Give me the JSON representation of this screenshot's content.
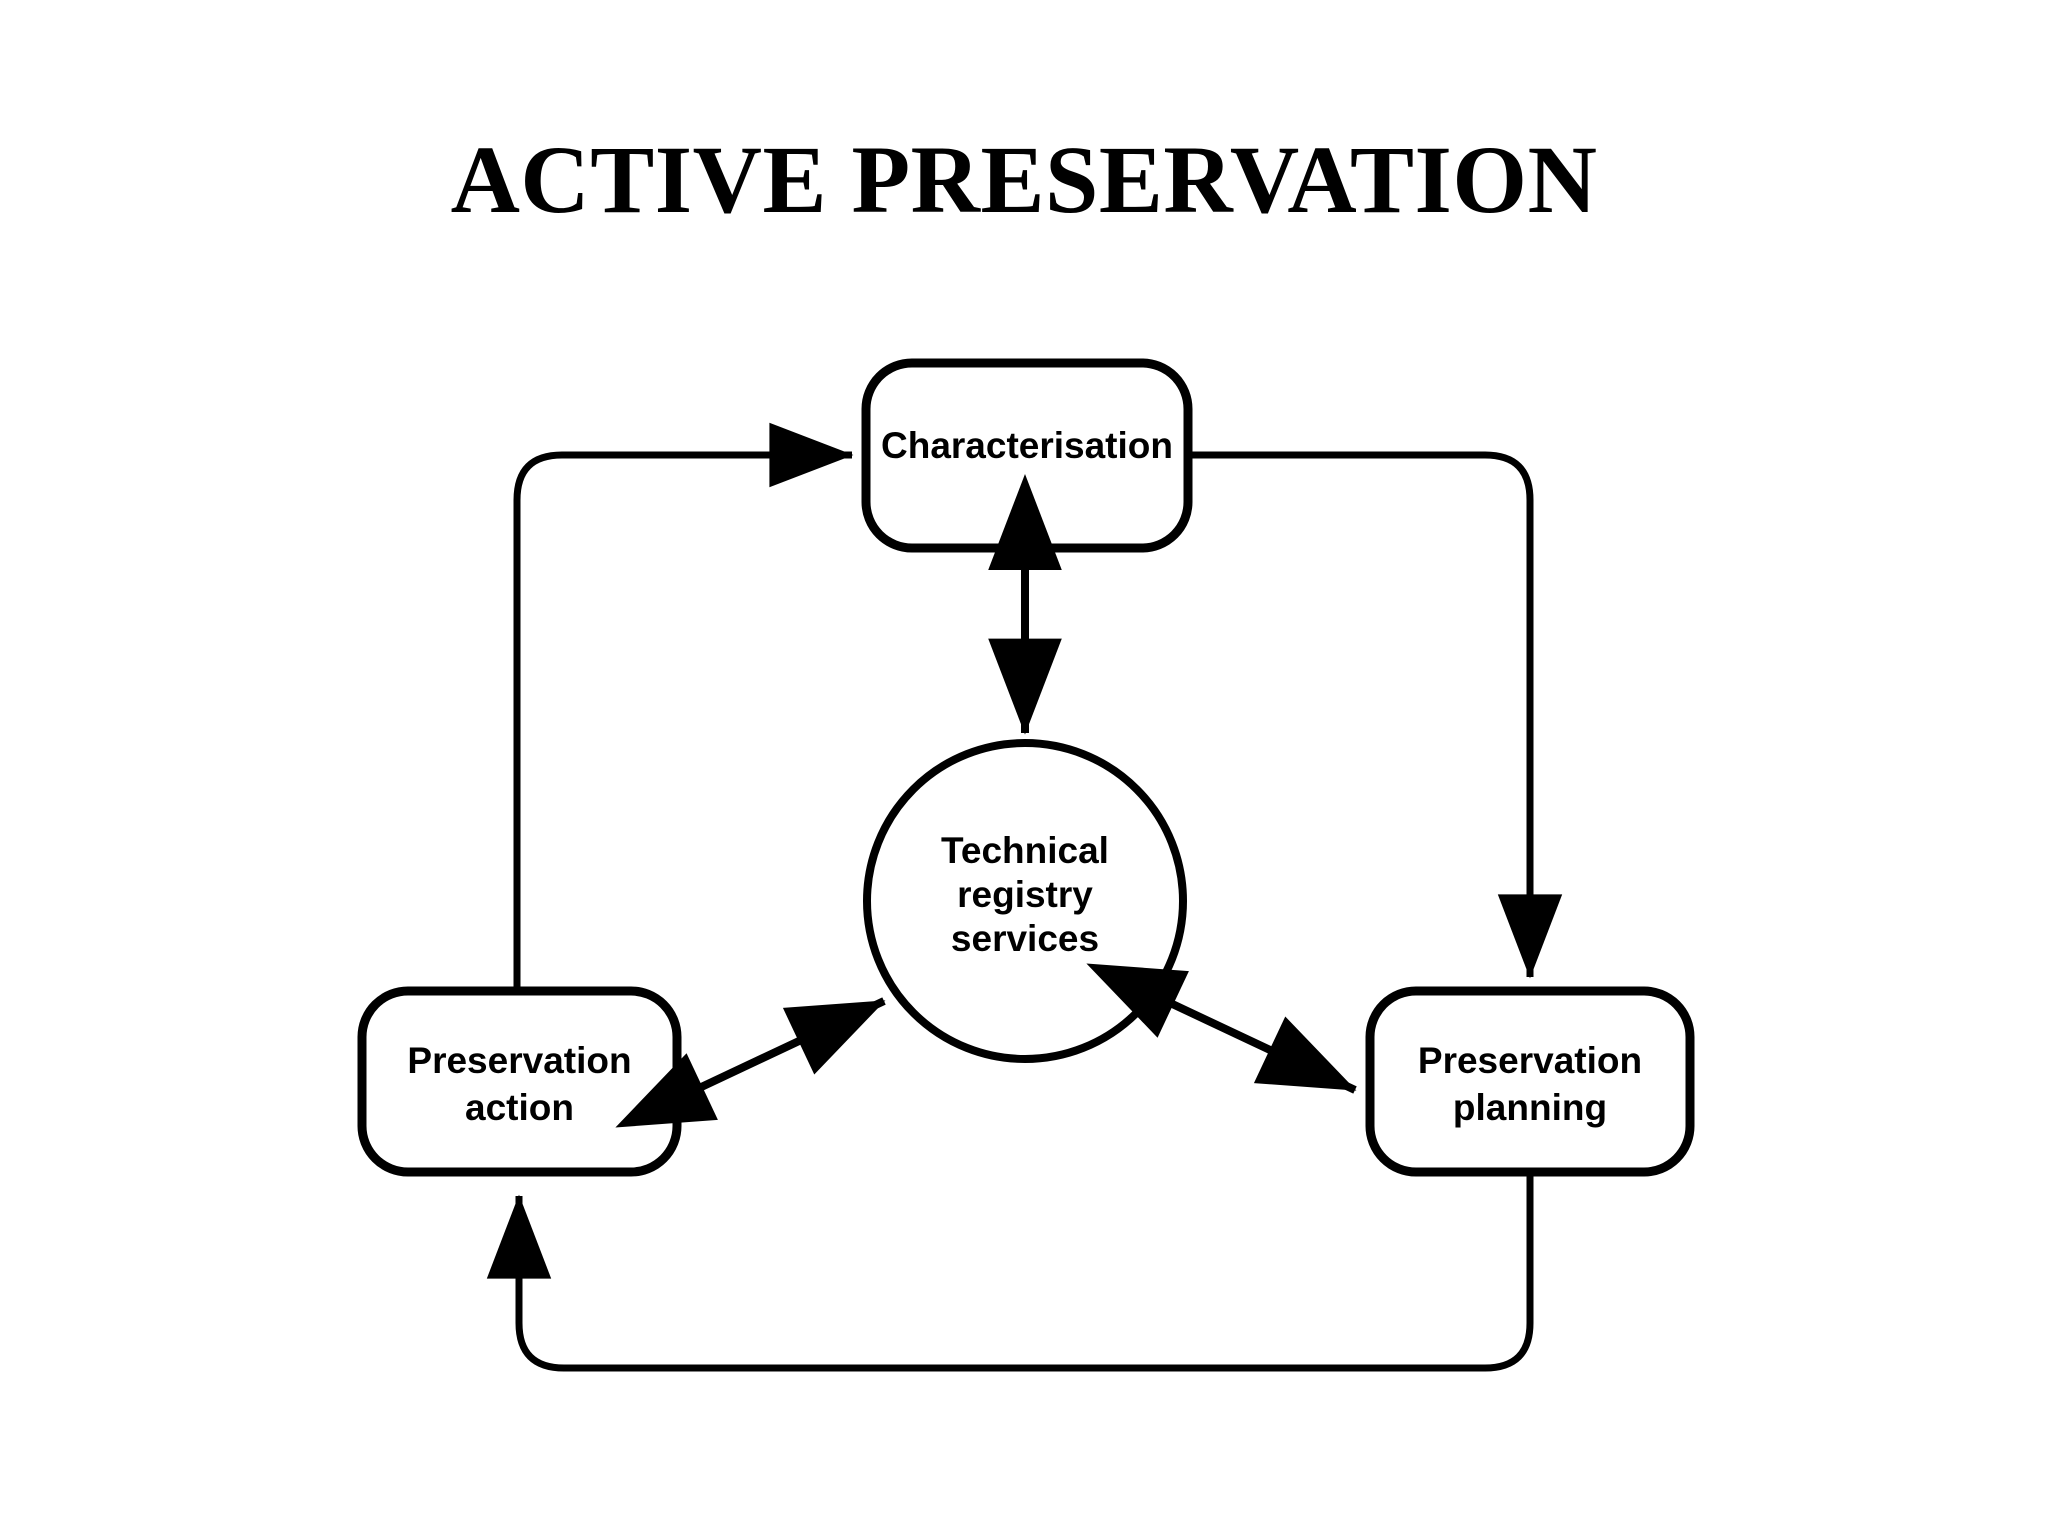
{
  "slide": {
    "title": "ACTIVE PRESERVATION",
    "background_color": "#ffffff",
    "stroke_color": "#000000"
  },
  "diagram": {
    "type": "cycle-flow-diagram",
    "nodes": [
      {
        "id": "characterisation",
        "label": "Characterisation",
        "shape": "rounded-rectangle",
        "position": "top-center"
      },
      {
        "id": "technical-registry-services",
        "label": "Technical\nregistry\nservices",
        "shape": "circle",
        "position": "center"
      },
      {
        "id": "preservation-action",
        "label": "Preservation\naction",
        "shape": "rounded-rectangle",
        "position": "bottom-left"
      },
      {
        "id": "preservation-planning",
        "label": "Preservation\nplanning",
        "shape": "rounded-rectangle",
        "position": "bottom-right"
      }
    ],
    "connectors": [
      {
        "id": "characterisation-to-planning",
        "from": "characterisation",
        "to": "preservation-planning",
        "arrows": "single",
        "route": "orthogonal-right"
      },
      {
        "id": "planning-to-action",
        "from": "preservation-planning",
        "to": "preservation-action",
        "arrows": "single",
        "route": "orthogonal-bottom"
      },
      {
        "id": "action-to-characterisation",
        "from": "preservation-action",
        "to": "characterisation",
        "arrows": "single",
        "route": "orthogonal-left"
      },
      {
        "id": "characterisation-registry",
        "from": "characterisation",
        "to": "technical-registry-services",
        "arrows": "double",
        "route": "vertical"
      },
      {
        "id": "action-registry",
        "from": "preservation-action",
        "to": "technical-registry-services",
        "arrows": "double",
        "route": "diagonal"
      },
      {
        "id": "planning-registry",
        "from": "preservation-planning",
        "to": "technical-registry-services",
        "arrows": "double",
        "route": "diagonal"
      }
    ]
  }
}
